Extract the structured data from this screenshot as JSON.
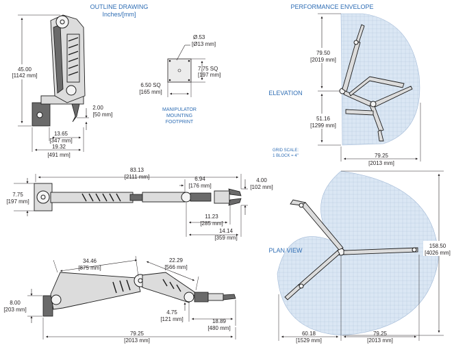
{
  "headers": {
    "outline_title": "OUTLINE DRAWING",
    "outline_units": "Inches/[mm]",
    "performance_title": "PERFORMANCE ENVELOPE",
    "elevation": "ELEVATION",
    "plan_view": "PLAN VIEW",
    "grid_scale_1": "GRID SCALE:",
    "grid_scale_2": "1 BLOCK = 4\""
  },
  "footprint": {
    "label_1": "MANIPULATOR",
    "label_2": "MOUNTING",
    "label_3": "FOOTPRINT",
    "hole_in": "Ø.53",
    "hole_mm": "[Ø13 mm]",
    "right_in": "7.75 SQ",
    "right_mm": "[197 mm]",
    "left_in": "6.50 SQ",
    "left_mm": "[165 mm]"
  },
  "side_view": {
    "height_in": "45.00",
    "height_mm": "[1142 mm]",
    "gripper_in": "2.00",
    "gripper_mm": "[50 mm]",
    "base_in": "13.65",
    "base_mm": "[347 mm]",
    "width_in": "19.32",
    "width_mm": "[491 mm]"
  },
  "top_view": {
    "length_in": "83.13",
    "length_mm": "[2111 mm]",
    "wrist_in": "6.94",
    "wrist_mm": "[176 mm]",
    "jaw_in": "4.00",
    "jaw_mm": "[102 mm]",
    "base_in": "7.75",
    "base_mm": "[197 mm]",
    "grip_a_in": "11.23",
    "grip_a_mm": "[285 mm]",
    "grip_b_in": "14.14",
    "grip_b_mm": "[359 mm]"
  },
  "bottom_view": {
    "upper_in": "34.46",
    "upper_mm": "[875 mm]",
    "fore_in": "22.29",
    "fore_mm": "[566 mm]",
    "base_h_in": "8.00",
    "base_h_mm": "[203 mm]",
    "offset_in": "4.75",
    "offset_mm": "[121 mm]",
    "tool_in": "18.89",
    "tool_mm": "[480 mm]",
    "reach_in": "79.25",
    "reach_mm": "[2013 mm]"
  },
  "elevation": {
    "up_in": "79.50",
    "up_mm": "[2019 mm]",
    "down_in": "51.16",
    "down_mm": "[1299 mm]",
    "reach_in": "79.25",
    "reach_mm": "[2013 mm]"
  },
  "plan": {
    "height_in": "158.50",
    "height_mm": "[4026 mm]",
    "back_in": "60.18",
    "back_mm": "[1529 mm]",
    "reach_in": "79.25",
    "reach_mm": "[2013 mm]"
  }
}
